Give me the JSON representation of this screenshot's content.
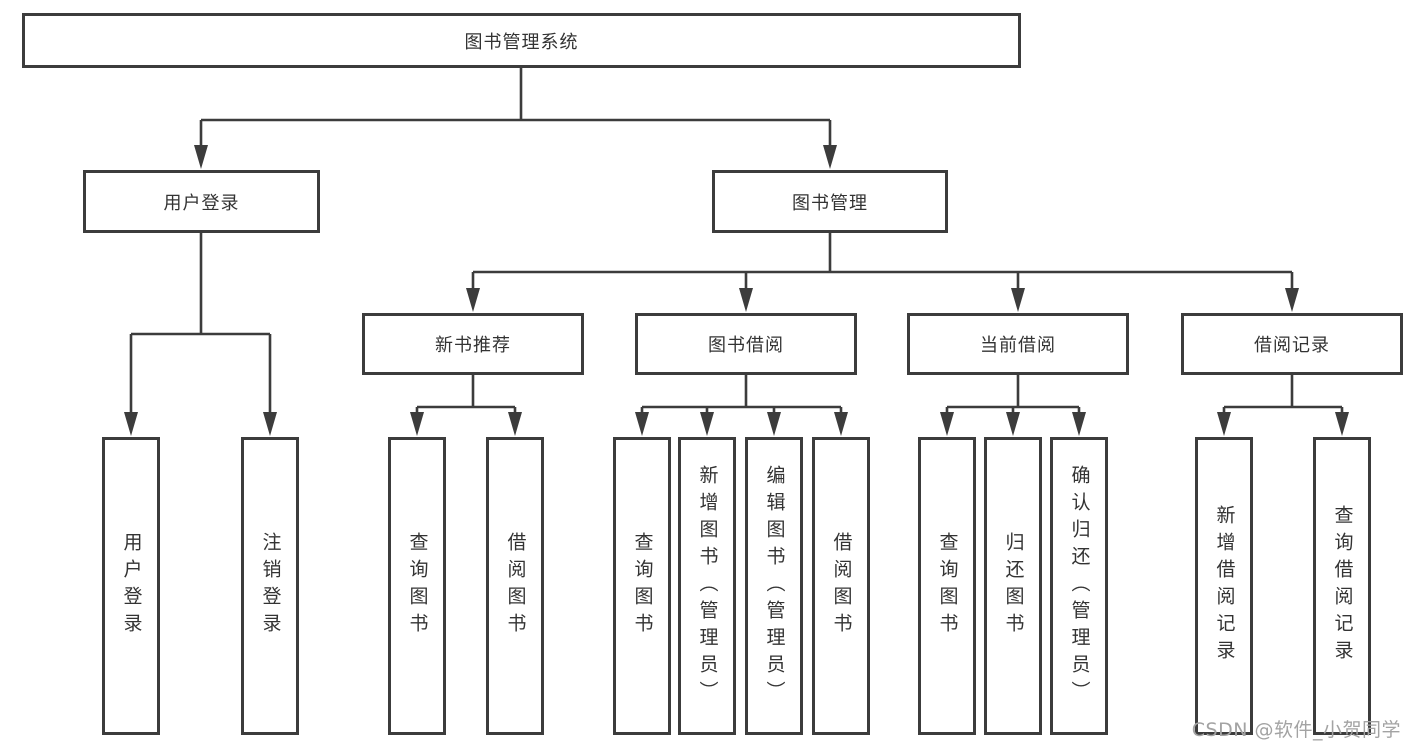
{
  "nodes": {
    "root": {
      "label": "图书管理系统"
    },
    "level2": [
      {
        "label": "用户登录"
      },
      {
        "label": "图书管理"
      }
    ],
    "level3": [
      {
        "label": "新书推荐"
      },
      {
        "label": "图书借阅"
      },
      {
        "label": "当前借阅"
      },
      {
        "label": "借阅记录"
      }
    ],
    "leaves": [
      {
        "label": "用户登录"
      },
      {
        "label": "注销登录"
      },
      {
        "label": "查询图书"
      },
      {
        "label": "借阅图书"
      },
      {
        "label": "查询图书"
      },
      {
        "label": "新增图书（管理员）"
      },
      {
        "label": "编辑图书（管理员）"
      },
      {
        "label": "借阅图书"
      },
      {
        "label": "查询图书"
      },
      {
        "label": "归还图书"
      },
      {
        "label": "确认归还（管理员）"
      },
      {
        "label": "新增借阅记录"
      },
      {
        "label": "查询借阅记录"
      }
    ]
  },
  "watermark": {
    "text": "CSDN @软件_小贺同学"
  },
  "colors": {
    "line": "#3c3c3c",
    "text": "#333333",
    "watermark": "#a3a3a3",
    "background": "#ffffff"
  }
}
